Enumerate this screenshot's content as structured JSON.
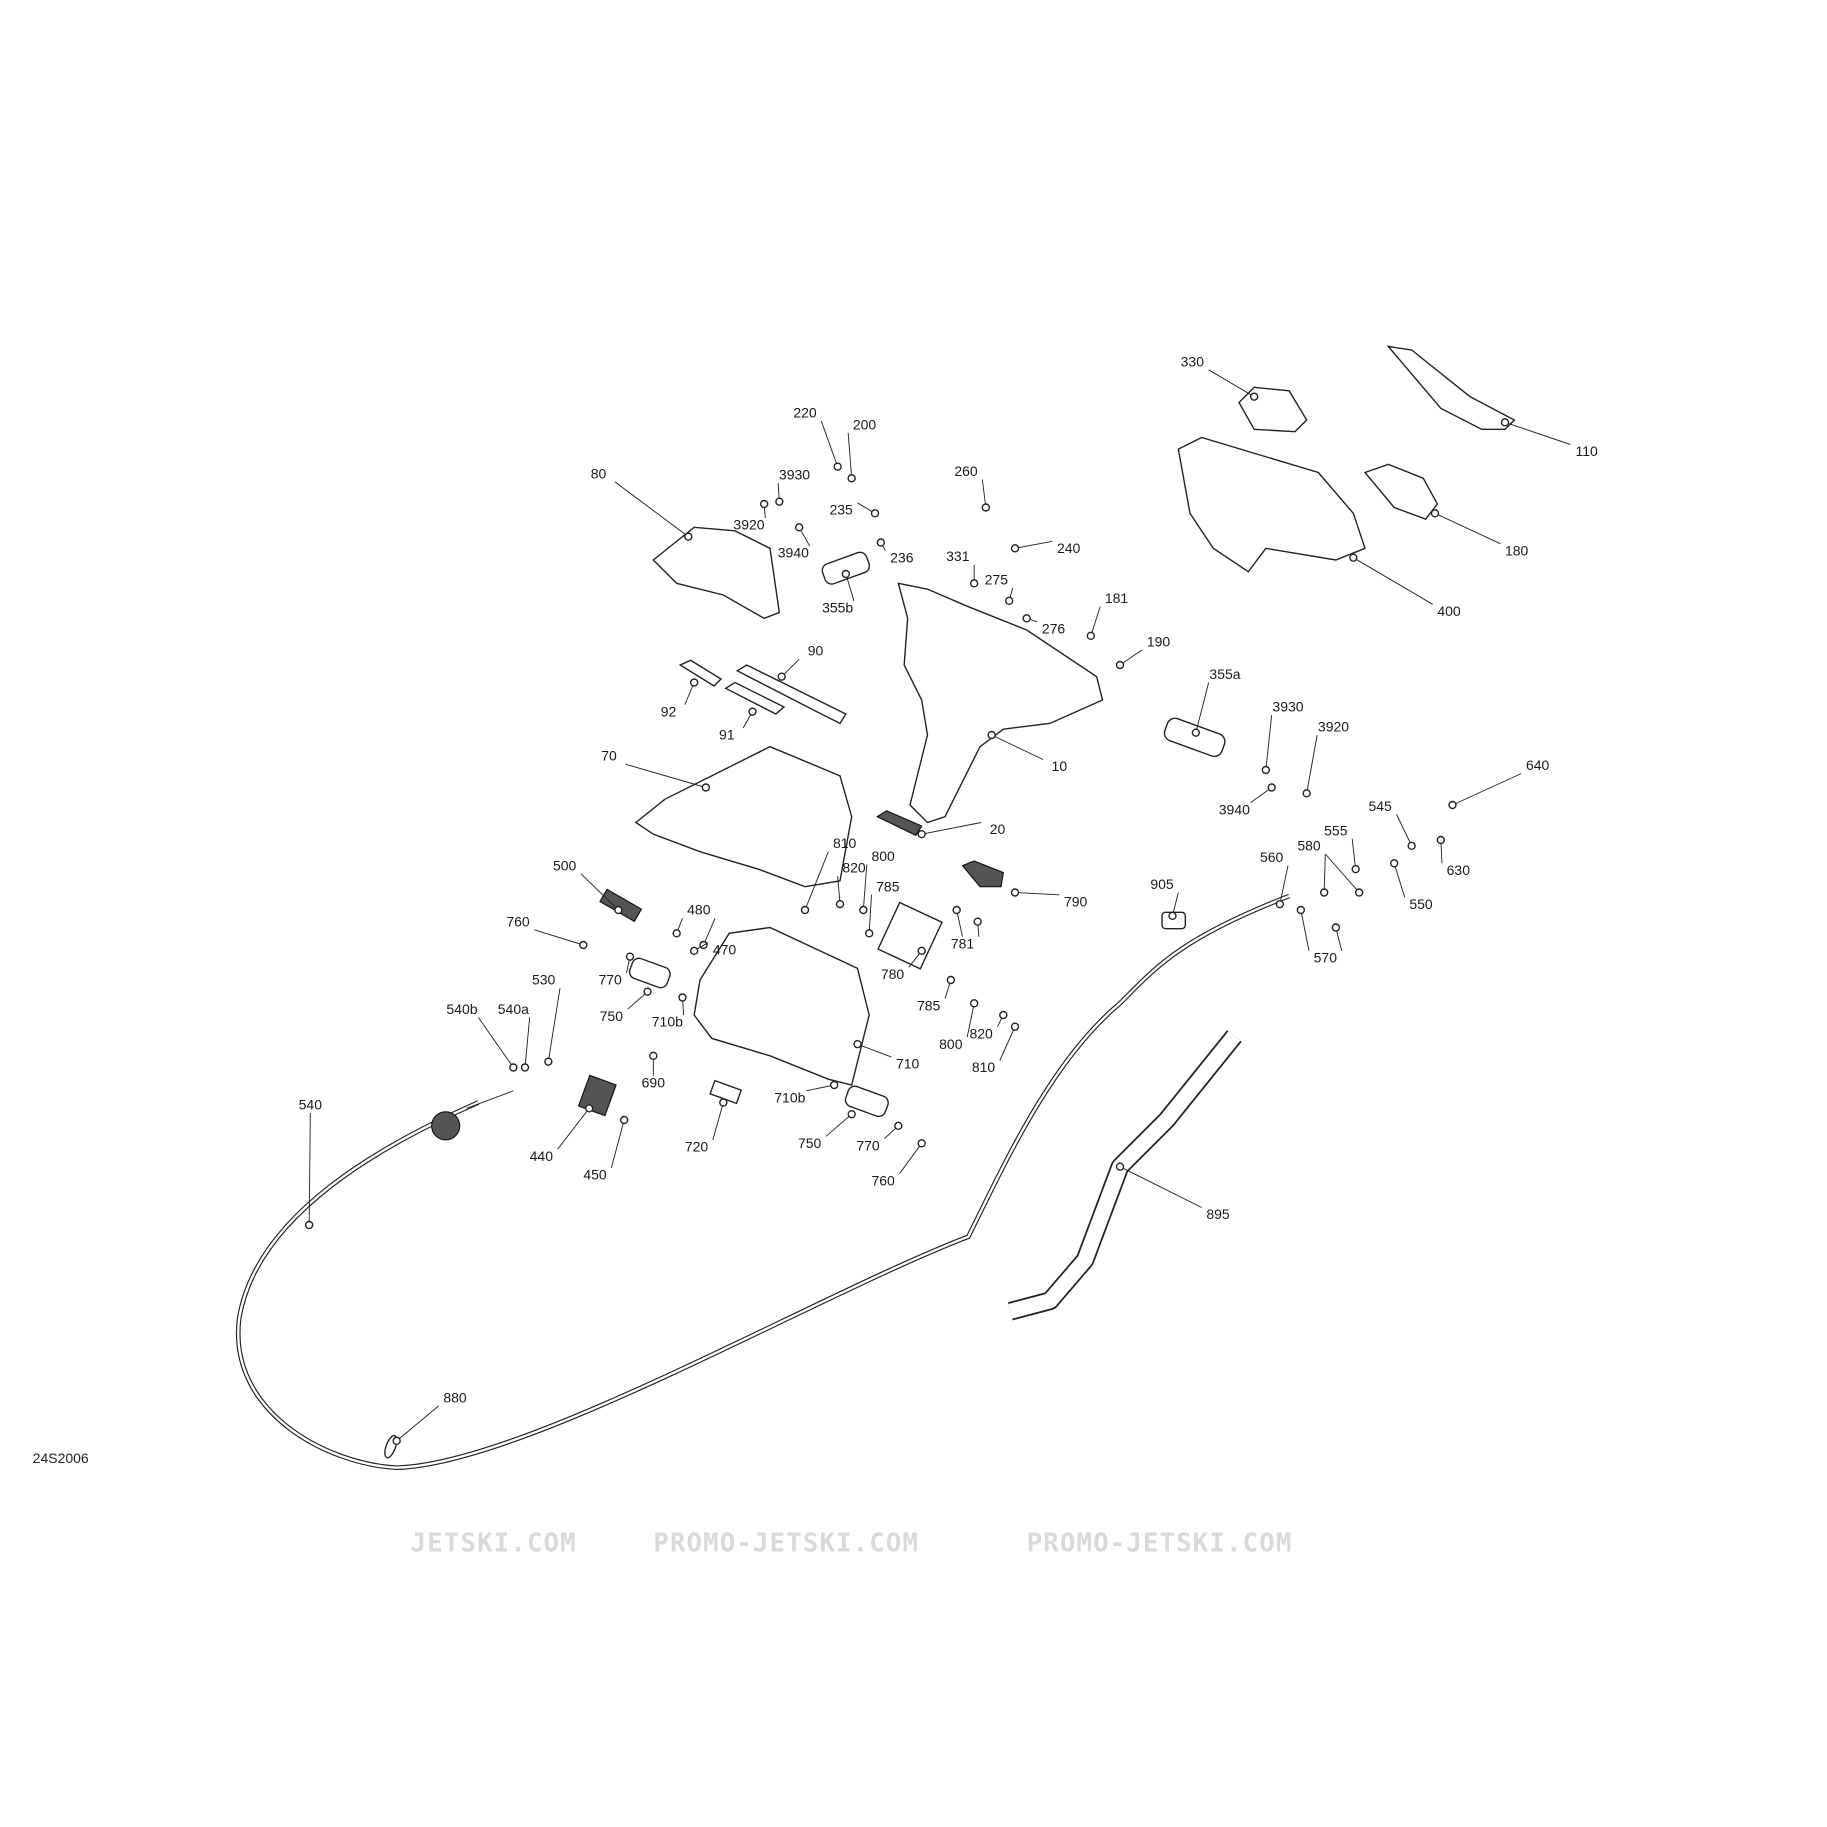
{
  "diagram_code": "24S2006",
  "watermark": [
    "JETSKI.COM",
    "PROMO-JETSKI.COM",
    "PROMO-JETSKI.COM"
  ],
  "callouts": [
    "110",
    "330",
    "180",
    "400",
    "220",
    "200",
    "80",
    "3930",
    "3920",
    "3940",
    "235",
    "236",
    "260",
    "240",
    "331",
    "275",
    "276",
    "355b",
    "181",
    "190",
    "90",
    "92",
    "91",
    "355a",
    "10",
    "3930",
    "3920",
    "640",
    "70",
    "3940",
    "545",
    "580",
    "555",
    "630",
    "20",
    "810",
    "820",
    "800",
    "500",
    "560",
    "905",
    "785",
    "790",
    "550",
    "760",
    "480",
    "781",
    "470",
    "570",
    "780",
    "770",
    "530",
    "785",
    "750",
    "800",
    "820",
    "710b",
    "540b",
    "540a",
    "810",
    "710",
    "690",
    "710b",
    "720",
    "750",
    "770",
    "540",
    "440",
    "450",
    "760",
    "895",
    "880"
  ]
}
